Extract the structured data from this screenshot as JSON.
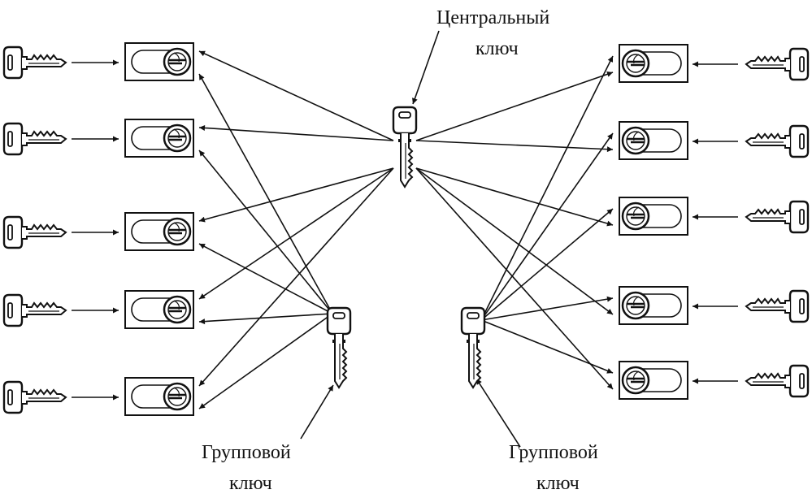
{
  "labels": {
    "central_line1": "Центральный",
    "central_line2": "ключ",
    "group_left_line1": "Групповой",
    "group_left_line2": "ключ",
    "group_right_line1": "Групповой",
    "group_right_line2": "ключ"
  },
  "diagram": {
    "type": "master-key-system",
    "lock_groups": [
      {
        "side": "left",
        "locks": 5,
        "group_key": "group_left"
      },
      {
        "side": "right",
        "locks": 5,
        "group_key": "group_right"
      }
    ],
    "central_key_opens": "all locks",
    "individual_keys_per_side": 5
  },
  "colors": {
    "ink": "#111111",
    "background": "#ffffff"
  }
}
